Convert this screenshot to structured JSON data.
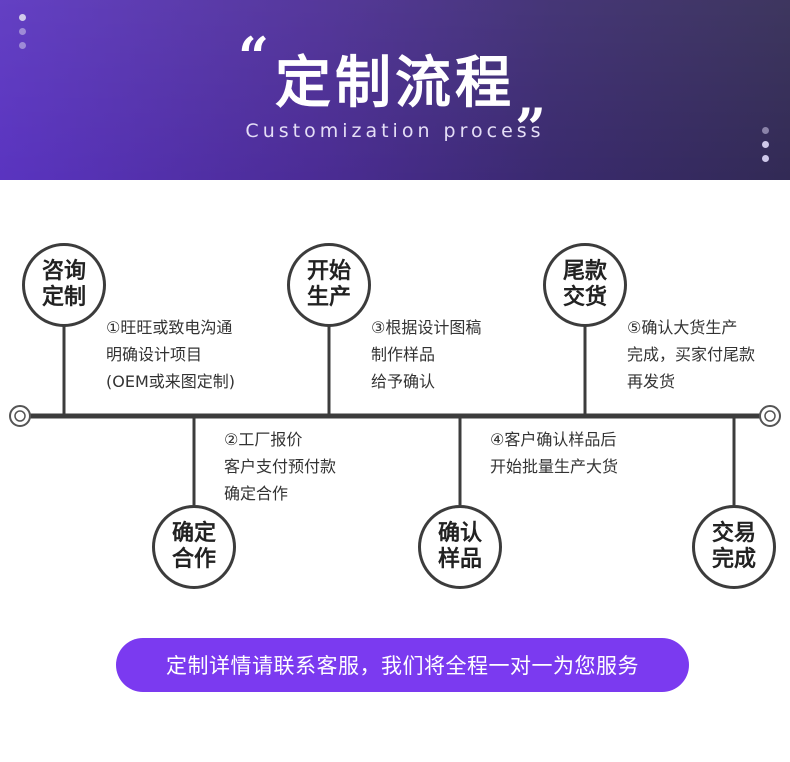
{
  "header": {
    "title": "定制流程",
    "quote_open": "“",
    "quote_close": "„",
    "subtitle": "Customization process"
  },
  "steps_top": [
    {
      "name": "咨询\n定制",
      "desc": "①旺旺或致电沟通\n明确设计项目\n(OEM或来图定制)"
    },
    {
      "name": "开始\n生产",
      "desc": "③根据设计图稿\n制作样品\n给予确认"
    },
    {
      "name": "尾款\n交货",
      "desc": "⑤确认大货生产\n完成，买家付尾款\n再发货"
    }
  ],
  "steps_bottom": [
    {
      "name": "确定\n合作",
      "desc": "②工厂报价\n客户支付预付款\n确定合作"
    },
    {
      "name": "确认\n样品",
      "desc": "④客户确认样品后\n开始批量生产大货"
    },
    {
      "name": "交易\n完成",
      "desc": ""
    }
  ],
  "cta": {
    "label": "定制详情请联系客服，我们将全程一对一为您服务"
  },
  "colors": {
    "accent": "#7b3af0",
    "line": "#3c3c3c",
    "header_start": "#5a34c0",
    "header_end": "#322a55"
  }
}
